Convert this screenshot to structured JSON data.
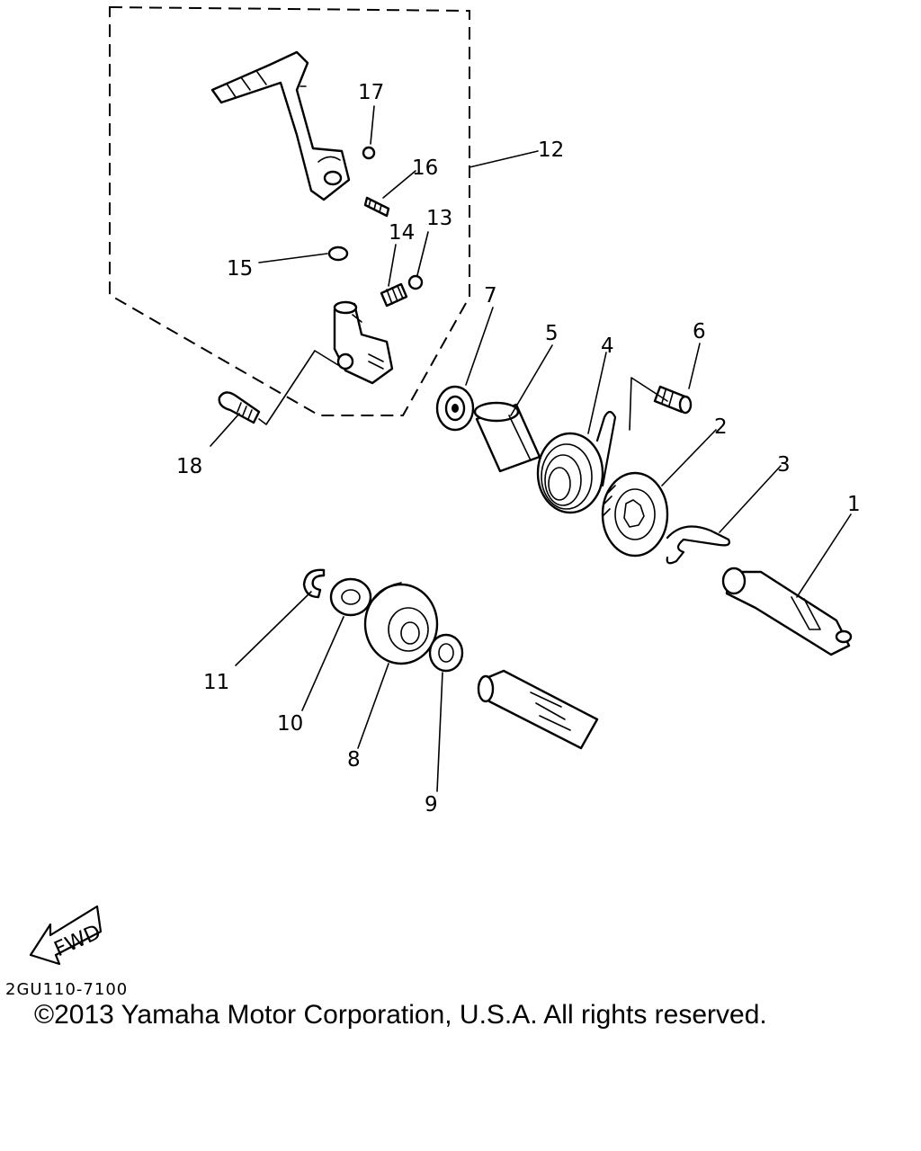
{
  "diagram": {
    "callouts": [
      "1",
      "2",
      "3",
      "4",
      "5",
      "6",
      "7",
      "8",
      "9",
      "10",
      "11",
      "12",
      "13",
      "14",
      "15",
      "16",
      "17",
      "18"
    ],
    "fwd_label": "FWD",
    "code": "2GU110-7100"
  },
  "footer": {
    "copyright": "©2013 Yamaha Motor Corporation, U.S.A. All rights reserved."
  }
}
